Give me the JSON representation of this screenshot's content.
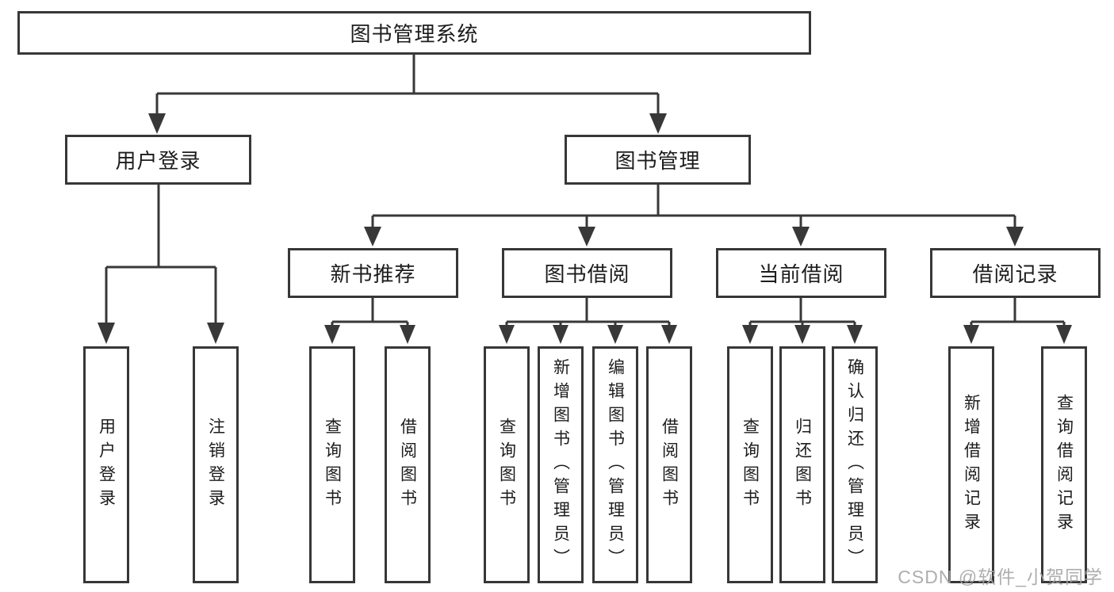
{
  "diagram": {
    "root": {
      "label": "图书管理系统"
    },
    "level2": [
      {
        "label": "用户登录"
      },
      {
        "label": "图书管理"
      }
    ],
    "level3": [
      {
        "label": "新书推荐"
      },
      {
        "label": "图书借阅"
      },
      {
        "label": "当前借阅"
      },
      {
        "label": "借阅记录"
      }
    ],
    "leaves": {
      "user_login": [
        "用户登录",
        "注销登录"
      ],
      "new_book": [
        "查询图书",
        "借阅图书"
      ],
      "book_borrow": [
        "查询图书",
        "新增图书（管理员）",
        "编辑图书（管理员）",
        "借阅图书"
      ],
      "current_borrow": [
        "查询图书",
        "归还图书",
        "确认归还（管理员）"
      ],
      "borrow_record": [
        "新增借阅记录",
        "查询借阅记录"
      ]
    }
  },
  "watermark": {
    "text": "CSDN @软件_小贺同学"
  },
  "colors": {
    "line": "#383838",
    "box_border": "#373737",
    "box_bg": "#ffffff",
    "text": "#1c1c1c",
    "watermark": "#a6a6a6"
  }
}
